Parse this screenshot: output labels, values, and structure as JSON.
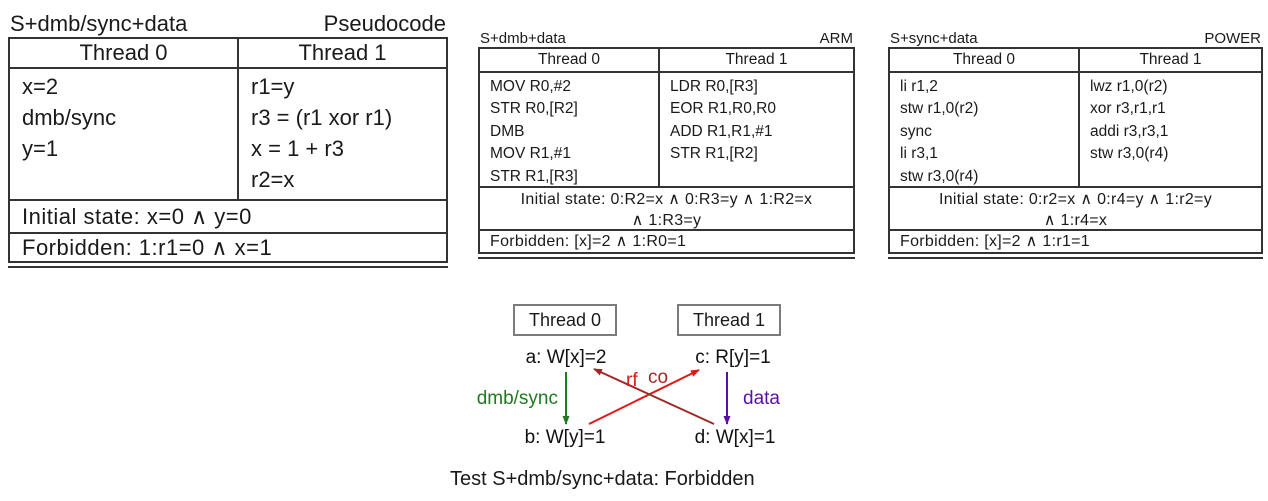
{
  "tables": [
    {
      "title": "S+dmb/sync+data",
      "arch": "Pseudocode",
      "col0_header": "Thread 0",
      "col1_header": "Thread 1",
      "thread0": [
        "x=2",
        "dmb/sync",
        "y=1"
      ],
      "thread1": [
        "r1=y",
        "r3 = (r1 xor r1)",
        "x = 1 + r3",
        "r2=x"
      ],
      "initial": "Initial state: x=0 ∧ y=0",
      "forbidden": "Forbidden: 1:r1=0 ∧ x=1"
    },
    {
      "title": "S+dmb+data",
      "arch": "ARM",
      "col0_header": "Thread 0",
      "col1_header": "Thread 1",
      "thread0": [
        "MOV R0,#2",
        "STR R0,[R2]",
        "DMB",
        "MOV R1,#1",
        "STR R1,[R3]"
      ],
      "thread1": [
        "LDR R0,[R3]",
        "EOR R1,R0,R0",
        "ADD R1,R1,#1",
        "STR R1,[R2]"
      ],
      "initial_line1": "Initial state: 0:R2=x ∧ 0:R3=y ∧ 1:R2=x",
      "initial_line2": "∧ 1:R3=y",
      "forbidden": "Forbidden: [x]=2 ∧ 1:R0=1"
    },
    {
      "title": "S+sync+data",
      "arch": "POWER",
      "col0_header": "Thread 0",
      "col1_header": "Thread 1",
      "thread0": [
        "li r1,2",
        "stw r1,0(r2)",
        "sync",
        "li r3,1",
        "stw r3,0(r4)"
      ],
      "thread1": [
        "lwz r1,0(r2)",
        "xor r3,r1,r1",
        "addi r3,r3,1",
        "stw r3,0(r4)"
      ],
      "initial_line1": "Initial state: 0:r2=x ∧ 0:r4=y ∧ 1:r2=y",
      "initial_line2": "∧ 1:r4=x",
      "forbidden": "Forbidden: [x]=2 ∧ 1:r1=1"
    }
  ],
  "diagram": {
    "thread0_label": "Thread 0",
    "thread1_label": "Thread 1",
    "event_a": "a: W[x]=2",
    "event_b": "b: W[y]=1",
    "event_c": "c: R[y]=1",
    "event_d": "d: W[x]=1",
    "label_fence": "dmb/sync",
    "label_rf": "rf",
    "label_co": "co",
    "label_data": "data",
    "colors": {
      "fence": "#1e7b1e",
      "rf": "#e01818",
      "co": "#9e2a25",
      "data": "#5c0fa8"
    }
  },
  "caption": "Test S+dmb/sync+data: Forbidden"
}
